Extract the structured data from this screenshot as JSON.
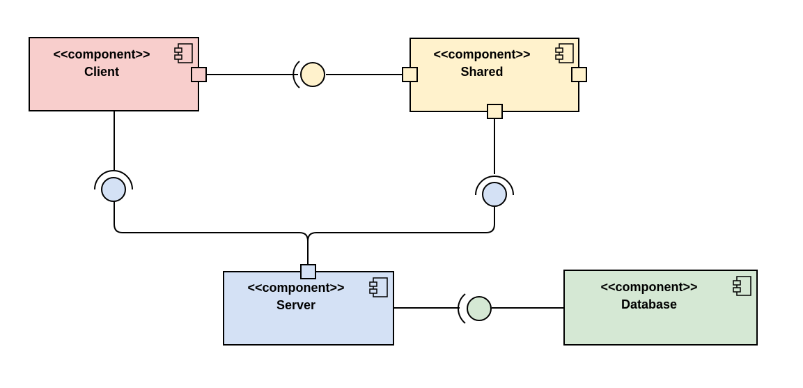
{
  "diagram": {
    "components": [
      {
        "id": "client",
        "stereotype": "<<component>>",
        "name": "Client",
        "fill": "#f8cecc"
      },
      {
        "id": "shared",
        "stereotype": "<<component>>",
        "name": "Shared",
        "fill": "#fff2cc"
      },
      {
        "id": "server",
        "stereotype": "<<component>>",
        "name": "Server",
        "fill": "#d4e1f5"
      },
      {
        "id": "database",
        "stereotype": "<<component>>",
        "name": "Database",
        "fill": "#d5e8d4"
      }
    ],
    "connections": [
      {
        "from": "client",
        "to": "shared",
        "interface_fill": "#fff2cc"
      },
      {
        "from": "client",
        "to": "server",
        "interface_fill": "#d4e1f5"
      },
      {
        "from": "shared",
        "to": "server",
        "interface_fill": "#d4e1f5"
      },
      {
        "from": "server",
        "to": "database",
        "interface_fill": "#d5e8d4"
      }
    ],
    "stroke_color": "#000000"
  }
}
